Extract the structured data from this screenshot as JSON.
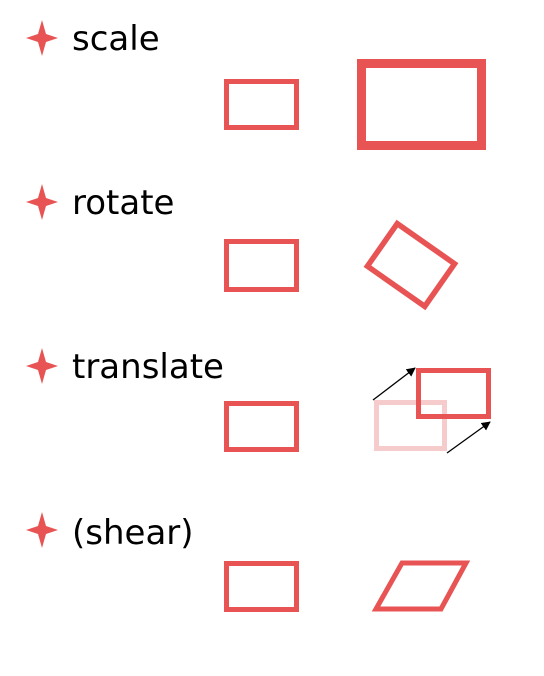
{
  "items": [
    {
      "label": "scale"
    },
    {
      "label": "rotate"
    },
    {
      "label": "translate"
    },
    {
      "label": "(shear)"
    }
  ],
  "colors": {
    "accent": "#e85454",
    "ghost": "#f6cbcb",
    "text": "#000000",
    "arrow": "#000000"
  },
  "icons": {
    "bullet": "four-point-star-icon"
  }
}
